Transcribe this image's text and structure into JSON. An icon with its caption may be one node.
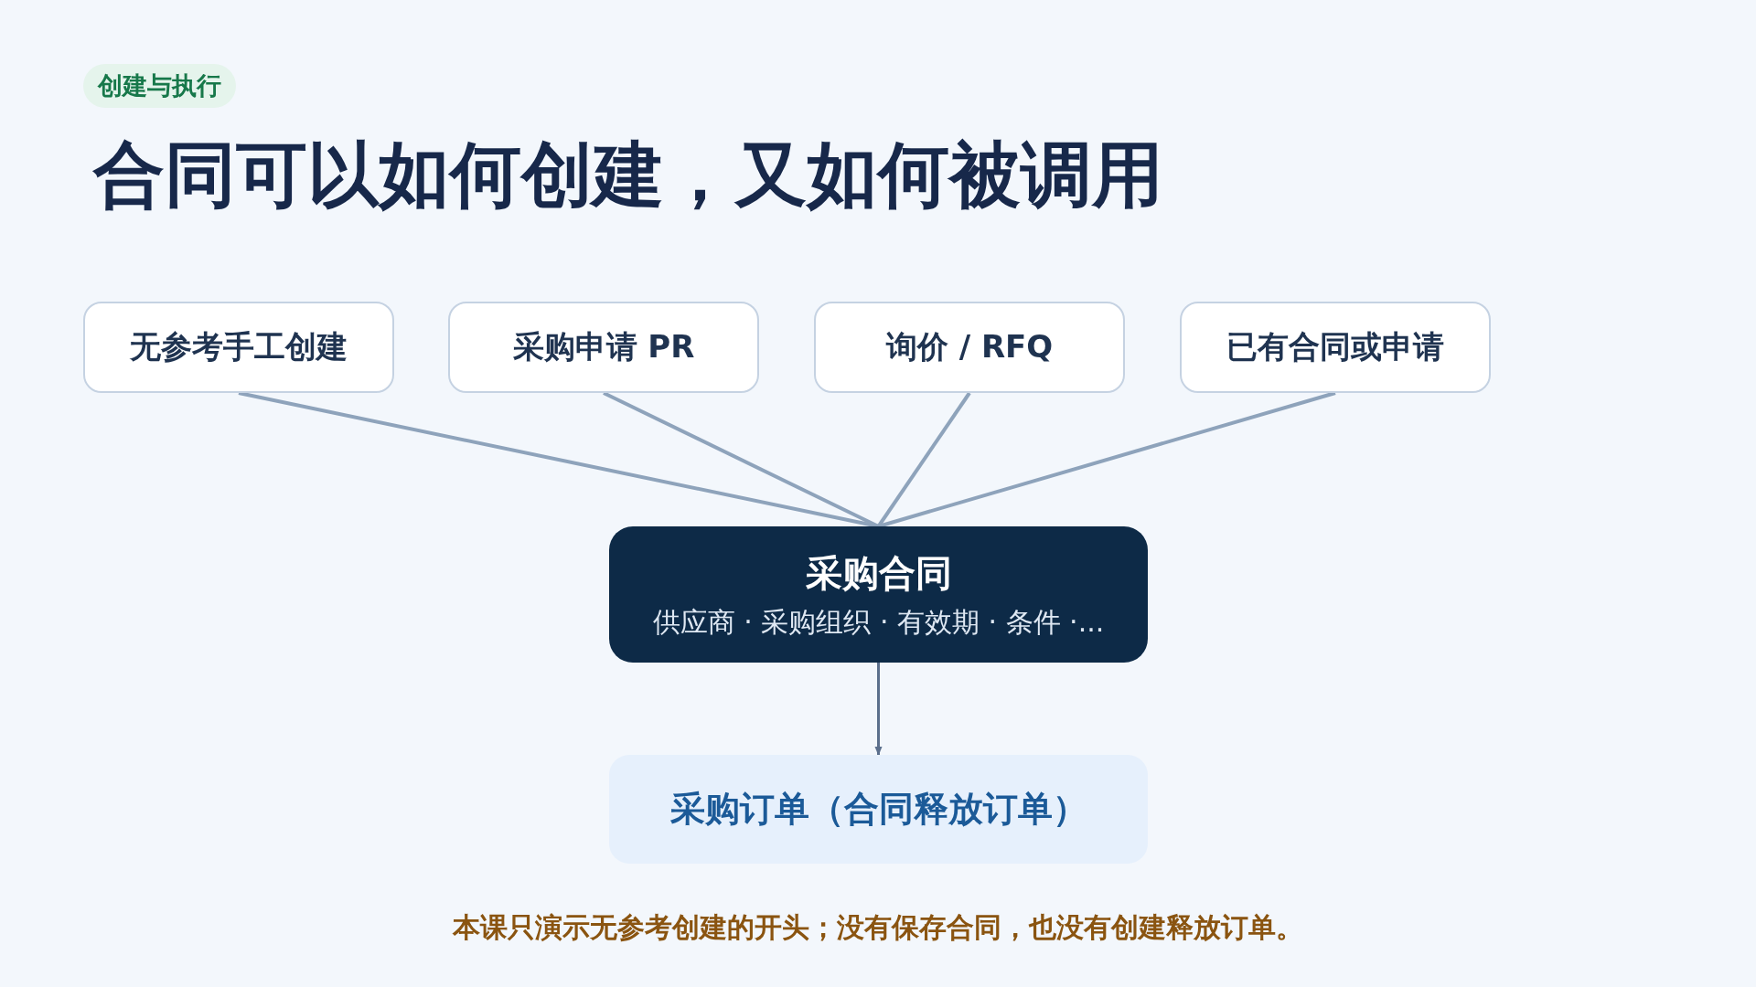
{
  "diagram": {
    "title": "合同可以如何创建，又如何被调用",
    "caption": "本课只演示无参考创建的开头；没有保存合同，也没有创建释放订单。",
    "labels": [
      "创建与执行"
    ],
    "nodes": [
      {
        "text": [
          "无参考手工创建"
        ]
      },
      {
        "text": [
          "采购申请 PR"
        ]
      },
      {
        "text": [
          "询价 / RFQ"
        ]
      },
      {
        "text": [
          "已有合同或申请"
        ]
      },
      {
        "text": [
          "采购合同",
          "供应商 · 采购组织 · 有效期 · 条件 ·..."
        ]
      },
      {
        "text": [
          "采购订单（合同释放订单）"
        ]
      }
    ],
    "edges": [
      {
        "from": 0,
        "to": 4,
        "arrow": "none"
      },
      {
        "from": 1,
        "to": 4,
        "arrow": "none"
      },
      {
        "from": 2,
        "to": 4,
        "arrow": "none"
      },
      {
        "from": 3,
        "to": 4,
        "arrow": "none"
      },
      {
        "from": 4,
        "to": 5,
        "arrow": "to",
        "color": "#5b6f8c"
      }
    ]
  }
}
